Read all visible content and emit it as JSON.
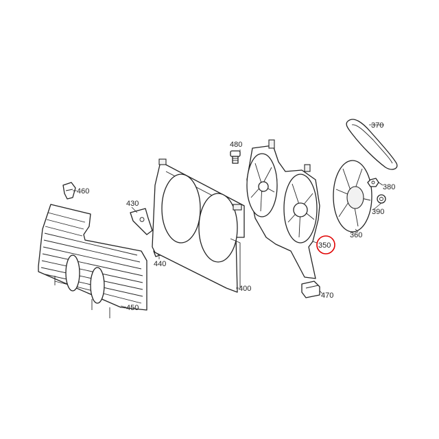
{
  "callouts": [
    {
      "id": "370",
      "text": "370"
    },
    {
      "id": "480",
      "text": "480"
    },
    {
      "id": "460",
      "text": "460"
    },
    {
      "id": "430",
      "text": "430"
    },
    {
      "id": "380",
      "text": "380"
    },
    {
      "id": "390",
      "text": "390"
    },
    {
      "id": "360",
      "text": "360"
    },
    {
      "id": "350",
      "text": "350",
      "highlighted": true
    },
    {
      "id": "440",
      "text": "440"
    },
    {
      "id": "400",
      "text": "400"
    },
    {
      "id": "470",
      "text": "470"
    },
    {
      "id": "450",
      "text": "450"
    }
  ],
  "highlight_color": "#e00000"
}
